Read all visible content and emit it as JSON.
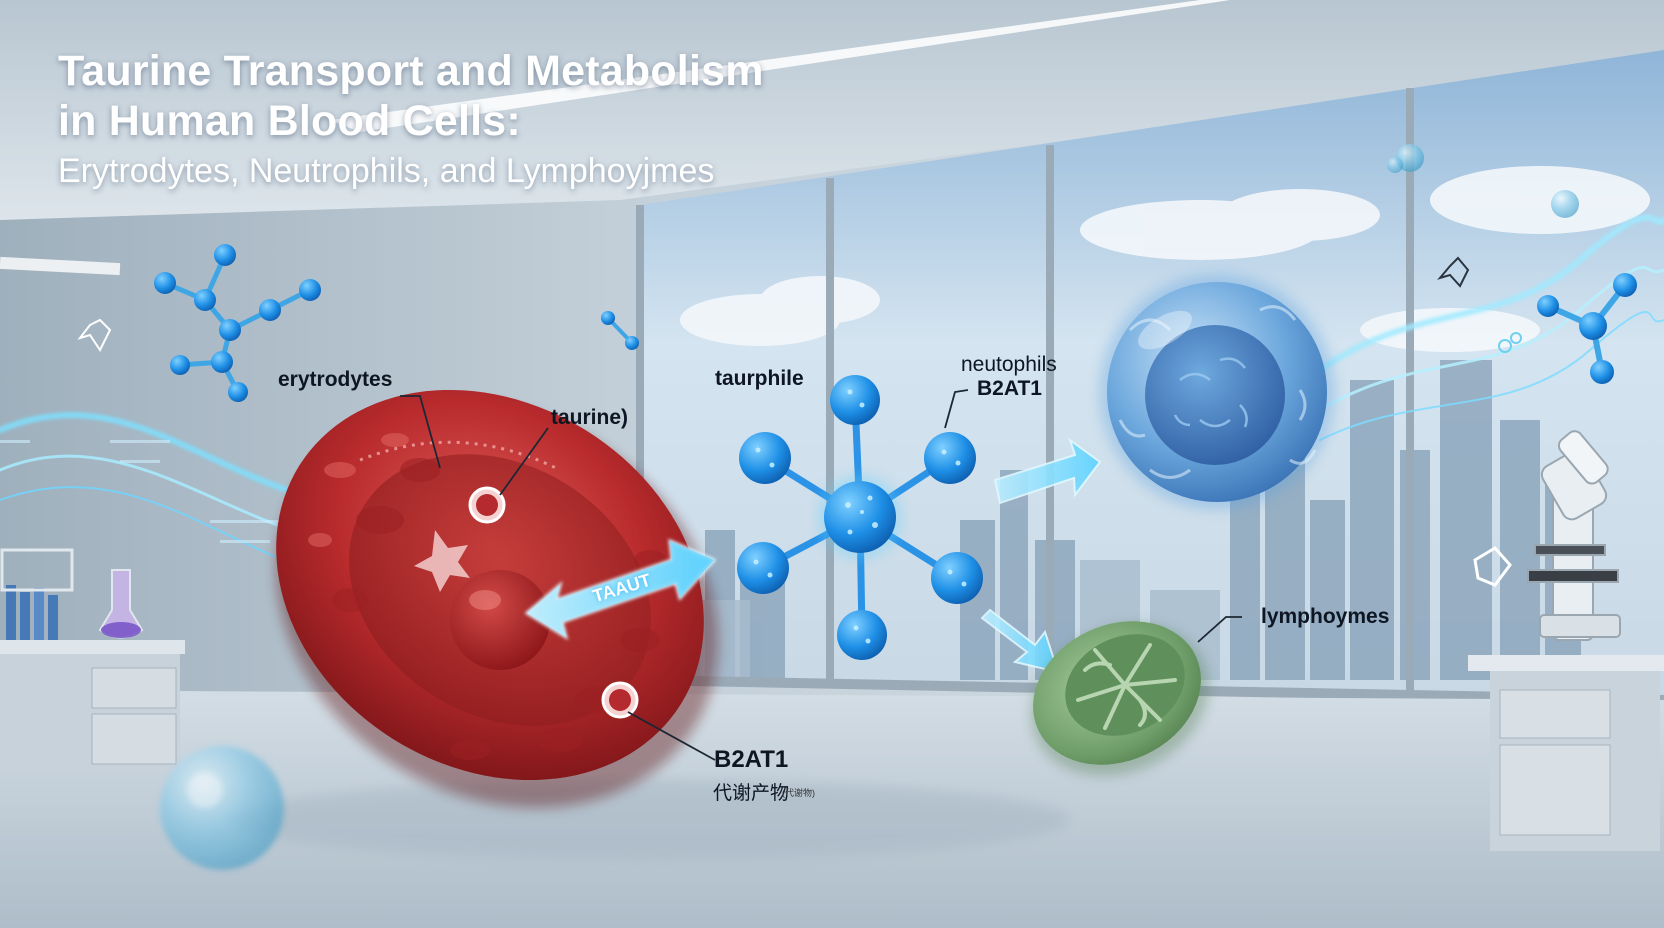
{
  "title": {
    "line1": "Taurine Transport and Metabolism",
    "line2": "in Human Blood Cells:",
    "line3": "Erytrodytes, Neutrophils, and Lymphoyjmes"
  },
  "labels": {
    "erythrocytes": "erytrodytes",
    "taurine": "taurine)",
    "taurphile": "taurphile",
    "neutrophils": "neutophils",
    "neutrophils_transporter": "B2AT1",
    "lymphocytes": "lymphoymes",
    "rbc_transporter": "B2AT1",
    "metabolite_cn": "代谢产物",
    "metabolite_tag": "(代谢物)",
    "arrow_text": "TAAUT"
  },
  "colors": {
    "rbc": "#b42a2c",
    "neutrophil": "#4f95d8",
    "lymphocyte": "#7fae7a",
    "glow": "#5fd4ff",
    "sky": "#bcd6ea"
  }
}
